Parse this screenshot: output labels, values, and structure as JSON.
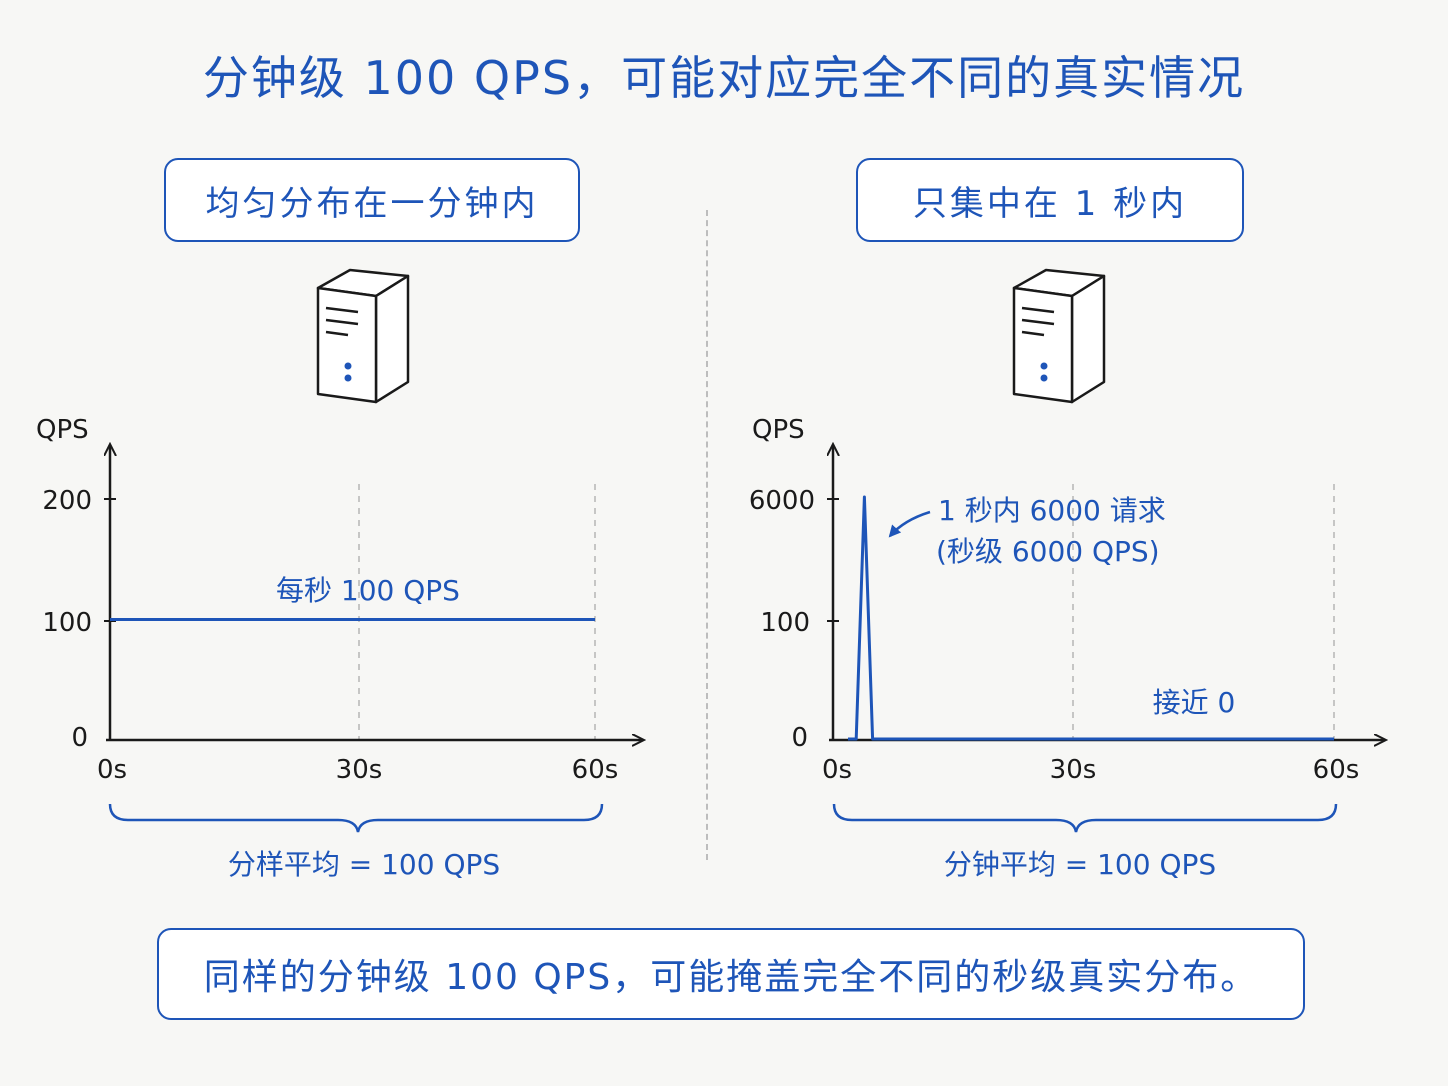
{
  "title": "分钟级 100 QPS，可能对应完全不同的真实情况",
  "left": {
    "panel_title": "均匀分布在一分钟内",
    "server_icon": "server-icon",
    "y_axis_label": "QPS",
    "y_ticks": [
      "0",
      "100",
      "200"
    ],
    "x_ticks": [
      "0s",
      "30s",
      "60s"
    ],
    "series_label": "每秒 100 QPS",
    "average_label": "分样平均 = 100 QPS"
  },
  "right": {
    "panel_title": "只集中在 1 秒内",
    "server_icon": "server-icon",
    "y_axis_label": "QPS",
    "y_ticks": [
      "0",
      "100",
      "6000"
    ],
    "x_ticks": [
      "0s",
      "30s",
      "60s"
    ],
    "spike_note_line1": "1 秒内 6000 请求",
    "spike_note_line2": "(秒级 6000 QPS)",
    "near_zero_label": "接近 0",
    "average_label": "分钟平均 = 100 QPS"
  },
  "footer": "同样的分钟级 100 QPS，可能掩盖完全不同的秒级真实分布。",
  "colors": {
    "accent": "#1e55b8",
    "axis": "#1a1a1a",
    "grid": "#b5b5b5"
  },
  "chart_data": [
    {
      "type": "line",
      "x": [
        0,
        60
      ],
      "values": [
        100,
        100
      ],
      "ylim": [
        0,
        200
      ],
      "xlim": [
        0,
        60
      ]
    },
    {
      "type": "line",
      "x": [
        0,
        1,
        2,
        3,
        4,
        60
      ],
      "values": [
        0,
        0,
        6000,
        0,
        0,
        0
      ],
      "xlim": [
        0,
        60
      ]
    }
  ]
}
